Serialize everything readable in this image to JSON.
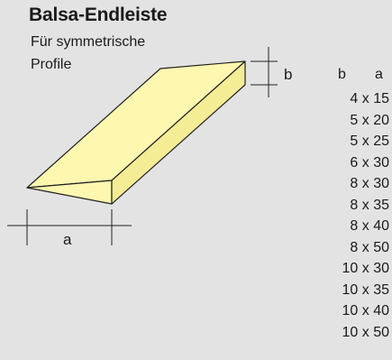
{
  "title": "Balsa-Endleiste",
  "subtitle": [
    "Für symmetrische",
    "Profile"
  ],
  "drawing": {
    "label_a": "a",
    "label_b": "b",
    "face_color": "#fdf7b0",
    "outline_color": "#222222"
  },
  "sizes": {
    "header_b": "b",
    "header_a": "a",
    "rows": [
      "4 x 15",
      "5 x 20",
      "5 x 25",
      "6 x 30",
      "8 x 30",
      "8 x 35",
      "8 x 40",
      "8 x 50",
      "10 x 30",
      "10 x 35",
      "10 x 40",
      "10 x 50"
    ]
  }
}
